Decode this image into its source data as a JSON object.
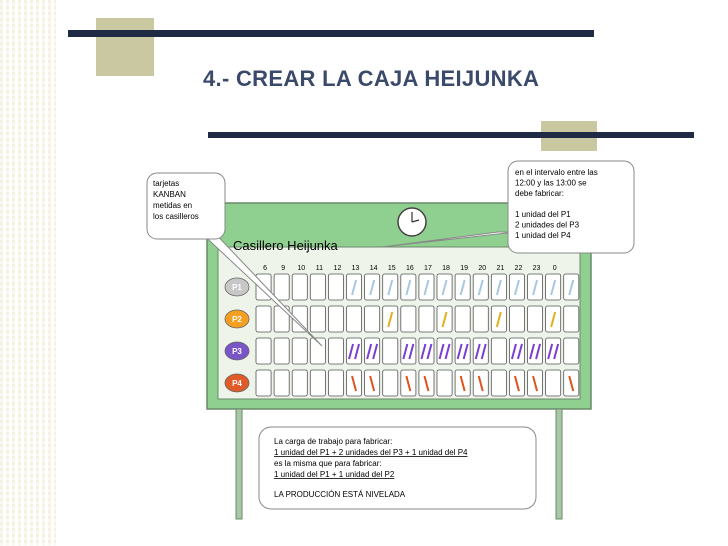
{
  "slide": {
    "title": "4.- CREAR LA CAJA HEIJUNKA"
  },
  "diagram": {
    "board_label": "Casillero Heijunka",
    "hours": [
      "6",
      "9",
      "10",
      "11",
      "12",
      "13",
      "14",
      "15",
      "16",
      "17",
      "18",
      "19",
      "20",
      "21",
      "22",
      "23",
      "0"
    ],
    "rows": [
      {
        "label": "P1",
        "color": "#c8c8c8",
        "card_color": "#a8c8e0",
        "cards": [
          5,
          6,
          7,
          8,
          9,
          10,
          11,
          12,
          13,
          14,
          15,
          16,
          17
        ]
      },
      {
        "label": "P2",
        "color": "#f5a020",
        "card_color": "#e0b020",
        "cards": [
          7,
          10,
          13,
          16
        ]
      },
      {
        "label": "P3",
        "color": "#7a55c8",
        "card_color": "#7a3fd0",
        "cards": [
          5,
          6,
          8,
          9,
          10,
          11,
          12,
          14,
          15,
          16
        ]
      },
      {
        "label": "P4",
        "color": "#e05a2a",
        "card_color": "#e0531f",
        "cards": [
          5,
          6,
          8,
          9,
          11,
          12,
          14,
          15,
          17
        ]
      }
    ],
    "callout_left": [
      "tarjetas",
      "KANBAN",
      "metidas en",
      "los casilleros"
    ],
    "callout_right": [
      "en el intervalo entre las",
      "12:00 y las 13:00 se",
      "debe fabricar:",
      "",
      "1 unidad del P1",
      "2 unidades del P3",
      "1 unidad del P4"
    ],
    "bottom_note": {
      "line1": "La carga de trabajo para fabricar:",
      "line2": "1 unidad del P1 + 2 unidades del P3 + 1 unidad del P4",
      "line3": "es la misma que para fabricar:",
      "line4": "1 unidad del P1 + 1 unidad del P2",
      "line5": "LA PRODUCCIÓN ESTÁ NIVELADA"
    },
    "colors": {
      "board": "#8fcf8f",
      "board_border": "#7a9a7a",
      "frame": "#e8f0e0",
      "callout_bg": "#ffffff"
    }
  }
}
